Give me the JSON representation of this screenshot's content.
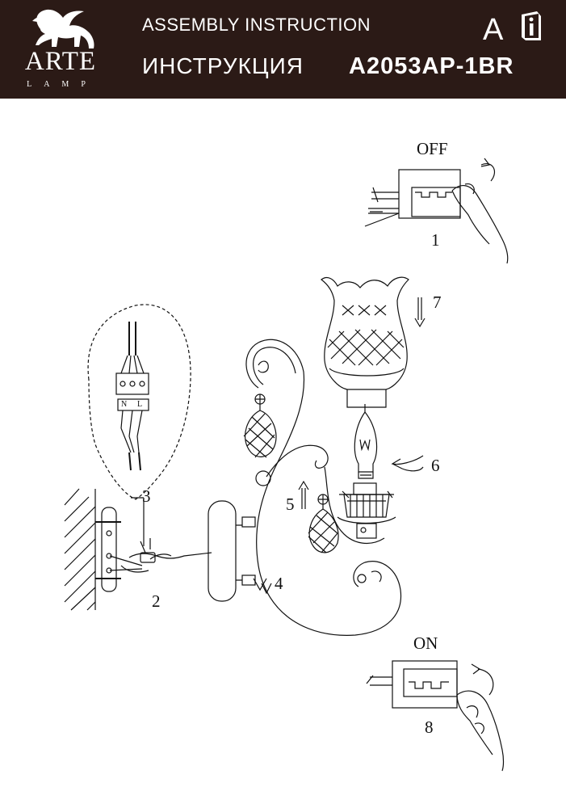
{
  "header": {
    "brand": "ARTE",
    "brand_sub": "LAMP",
    "title_en": "ASSEMBLY INSTRUCTION",
    "title_ru": "ИНСТРУКЦИЯ",
    "letter": "A",
    "model": "A2053AP-1BR",
    "info_icon_glyph": "i"
  },
  "diagram": {
    "switch_off_label": "OFF",
    "switch_on_label": "ON",
    "terminal_n": "N",
    "terminal_l": "L",
    "steps": [
      "1",
      "2",
      "3",
      "4",
      "5",
      "6",
      "7",
      "8"
    ]
  },
  "colors": {
    "header_bg": "#2b1a16",
    "ink": "#111111"
  }
}
